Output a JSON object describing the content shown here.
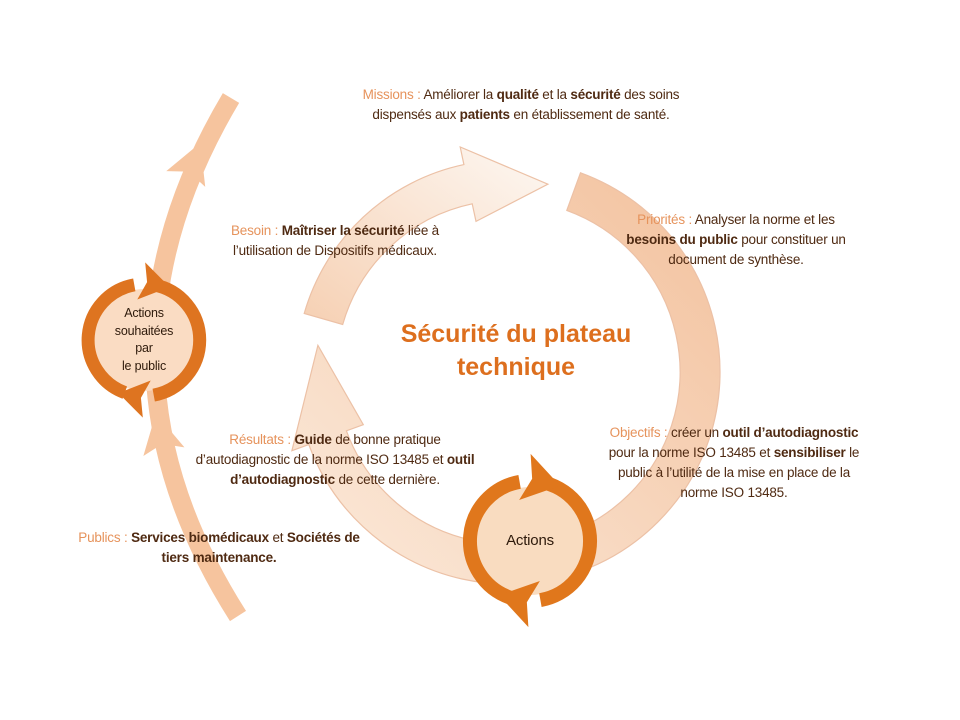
{
  "slide": {
    "center_title": {
      "segments": [
        {
          "t": "Sécurité du plateau"
        },
        {
          "br": true
        },
        {
          "t": "technique"
        }
      ],
      "color": "#dd6f1e"
    },
    "blocks": {
      "missions": {
        "segments": [
          {
            "t": "Missions : ",
            "o": true
          },
          {
            "t": "Améliorer la "
          },
          {
            "t": "qualité",
            "b": true
          },
          {
            "t": " et la "
          },
          {
            "t": "sécurité",
            "b": true
          },
          {
            "t": " des soins"
          },
          {
            "br": true
          },
          {
            "t": "dispensés aux "
          },
          {
            "t": "patients",
            "b": true
          },
          {
            "t": " en établissement de santé."
          }
        ]
      },
      "priorites": {
        "segments": [
          {
            "t": "Priorités : ",
            "o": true
          },
          {
            "t": "Analyser la norme et les"
          },
          {
            "br": true
          },
          {
            "t": "besoins du public",
            "b": true
          },
          {
            "t": " pour constituer un"
          },
          {
            "br": true
          },
          {
            "t": "document de synthèse."
          }
        ]
      },
      "besoin": {
        "segments": [
          {
            "t": "Besoin : ",
            "o": true
          },
          {
            "t": "Maîtriser la sécurité",
            "b": true
          },
          {
            "t": " liée à"
          },
          {
            "br": true
          },
          {
            "t": "l’utilisation de Dispositifs médicaux."
          }
        ]
      },
      "resultats": {
        "segments": [
          {
            "t": "Résultats : ",
            "o": true
          },
          {
            "t": "Guide",
            "b": true
          },
          {
            "t": " de bonne pratique"
          },
          {
            "br": true
          },
          {
            "t": "d’autodiagnostic de la norme ISO 13485  et "
          },
          {
            "t": "outil",
            "b": true
          },
          {
            "br": true
          },
          {
            "t": "d’autodiagnostic",
            "b": true
          },
          {
            "t": " de cette dernière."
          }
        ]
      },
      "publics": {
        "segments": [
          {
            "t": "Publics : ",
            "o": true
          },
          {
            "t": "Services biomédicaux",
            "b": true
          },
          {
            "t": " et "
          },
          {
            "t": "Sociétés de",
            "b": true
          },
          {
            "br": true
          },
          {
            "t": "tiers maintenance.",
            "b": true
          }
        ]
      },
      "objectifs": {
        "segments": [
          {
            "t": "Objectifs : ",
            "o": true
          },
          {
            "t": "créer un "
          },
          {
            "t": "outil d’autodiagnostic",
            "b": true
          },
          {
            "br": true
          },
          {
            "t": "pour la norme ISO 13485  et "
          },
          {
            "t": "sensibiliser",
            "b": true
          },
          {
            "t": " le"
          },
          {
            "br": true
          },
          {
            "t": "public à l’utilité de la mise en place de la"
          },
          {
            "br": true
          },
          {
            "t": "norme ISO 13485."
          }
        ]
      }
    },
    "circles": {
      "public_circle": {
        "segments": [
          {
            "t": "Actions"
          },
          {
            "br": true
          },
          {
            "t": "souhaitées"
          },
          {
            "br": true
          },
          {
            "t": "par"
          },
          {
            "br": true
          },
          {
            "t": "le public"
          }
        ]
      },
      "actions_circle": {
        "label": "Actions"
      }
    },
    "colors": {
      "ring_orange": "#de7420",
      "title_orange": "#dd6f1e",
      "label_orange": "#e6935c",
      "body_text": "#4f2a12",
      "arc_peach": "#f6c49e",
      "circle_fill": "#fadcc3",
      "cycle_arrow_light": "#fdf8f3",
      "cycle_arrow_dark": "#f3c19d"
    }
  }
}
